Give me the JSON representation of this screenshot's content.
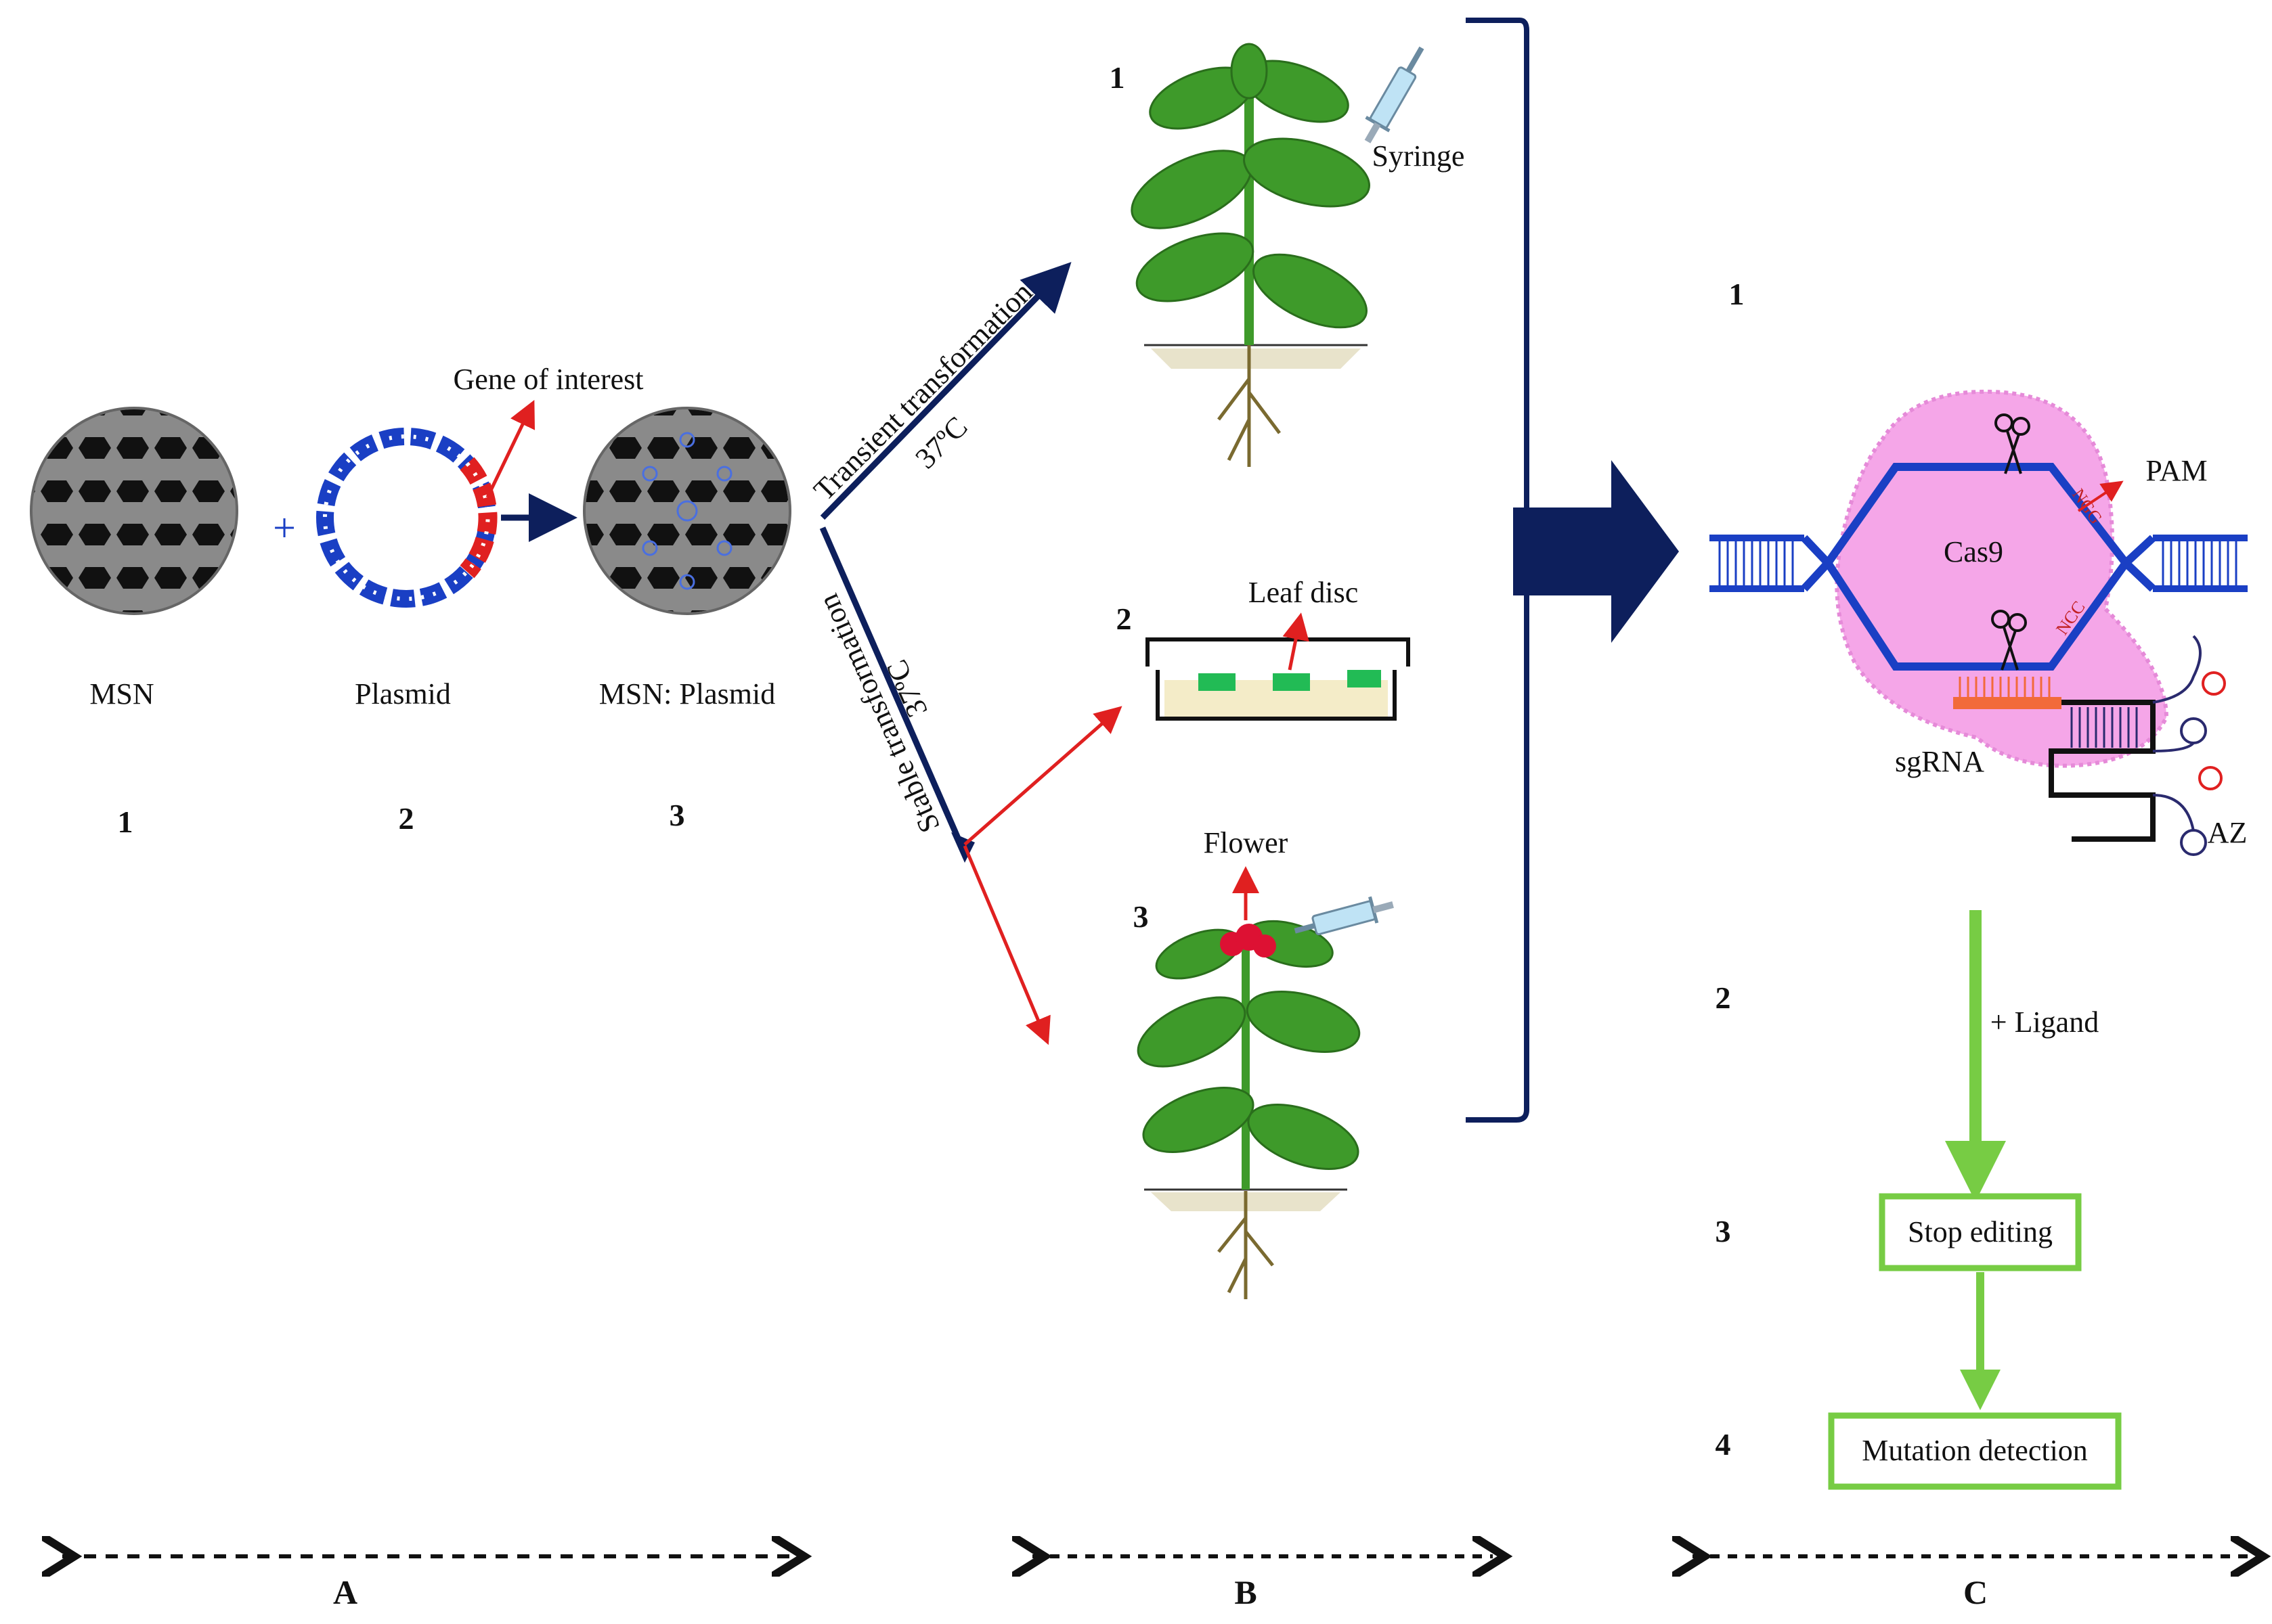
{
  "panel_a": {
    "items": [
      {
        "label": "MSN",
        "number": "1"
      },
      {
        "label": "Plasmid",
        "number": "2"
      },
      {
        "label": "MSN: Plasmid",
        "number": "3"
      }
    ],
    "plus": "+",
    "gene_label": "Gene of interest",
    "panel_letter": "A"
  },
  "panel_b": {
    "transient_label": "Transient transformation",
    "transient_temp": "37ºC",
    "stable_label": "Stable transformation",
    "stable_temp": "37ºC",
    "items": [
      {
        "number": "1",
        "annotation": "Syringe"
      },
      {
        "number": "2",
        "annotation": "Leaf disc"
      },
      {
        "number": "3",
        "annotation": "Flower"
      }
    ],
    "panel_letter": "B"
  },
  "panel_c": {
    "step_numbers": [
      "1",
      "2",
      "3",
      "4"
    ],
    "cas9": "Cas9",
    "pam": "PAM",
    "ngg": "NGG",
    "ncc": "NCC",
    "sgrna": "sgRNA",
    "az": "AZ",
    "ligand": "+ Ligand",
    "stop_editing": "Stop editing",
    "mutation_detection": "Mutation detection",
    "panel_letter": "C"
  },
  "colors": {
    "navy": "#0d1f5c",
    "red": "#e02020",
    "green": "#77cc44",
    "pink": "#f5a6e8",
    "sphere_gray": "#8a8a8a",
    "dna_blue": "#1a3fc4",
    "dna_red": "#e02020",
    "leaf_green": "#3e9a2a",
    "orange": "#f26a3a"
  }
}
